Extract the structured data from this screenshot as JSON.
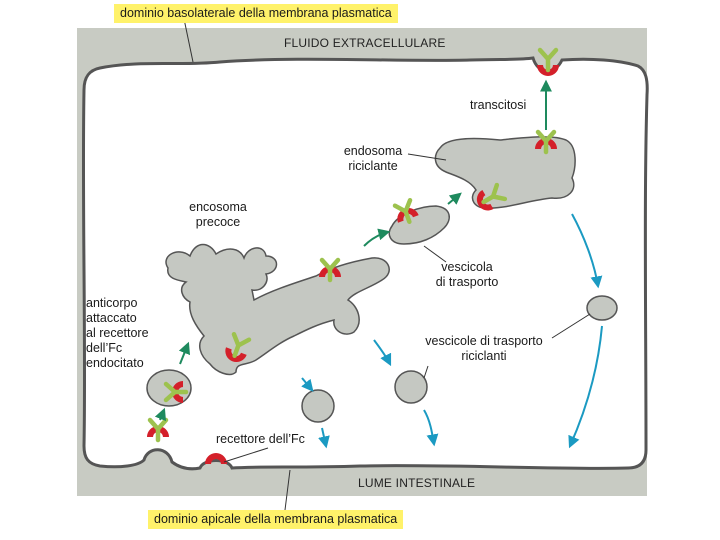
{
  "labels": {
    "basolateral_domain": "dominio basolaterale della membrana plasmatica",
    "apical_domain": "dominio apicale della membrana plasmatica",
    "extracellular_fluid": "FLUIDO EXTRACELLULARE",
    "intestinal_lumen": "LUME INTESTINALE",
    "transcytosis": "transcitosi",
    "recycling_endosome": [
      "endosoma",
      "riciclante"
    ],
    "early_endosome": [
      "encosoma",
      "precoce"
    ],
    "transport_vesicle": [
      "vescicola",
      "di trasporto"
    ],
    "recycling_transport_vesicles": [
      "vescicole di trasporto",
      "riciclanti"
    ],
    "antibody_label": [
      "anticorpo",
      "attaccato",
      "al recettore",
      "dell’Fc",
      "endocitato"
    ],
    "fc_receptor": "recettore dell’Fc"
  },
  "colors": {
    "band": "#c8cbc3",
    "cell_fill": "#ffffff",
    "membrane": "#555555",
    "organelle": "#c5c8c2",
    "receptor": "#d4202a",
    "antibody": "#9dc24e",
    "arrow_green": "#1e8a5e",
    "arrow_blue": "#1b9ac2",
    "highlight": "#fff26a"
  }
}
